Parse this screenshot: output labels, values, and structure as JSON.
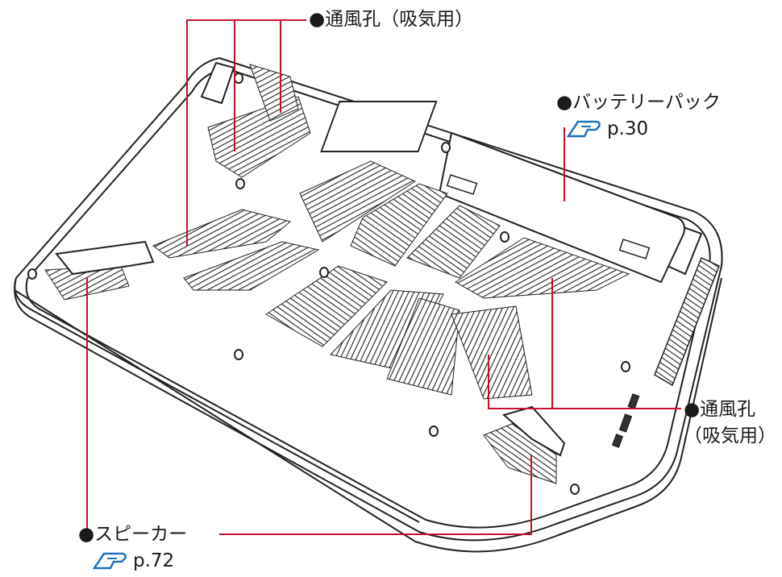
{
  "callouts": {
    "vent_top": "●通風孔（吸気用）",
    "battery": "●バッテリーパック",
    "battery_ref": "p.30",
    "vent_right_1": "●通風孔",
    "vent_right_2": "（吸気用）",
    "speaker": "●スピーカー",
    "speaker_ref": "p.72"
  },
  "colors": {
    "leader_line": "#c8102e",
    "outline": "#222222",
    "ref_icon": "#1e73be",
    "vent_fill": "#e6e6e6"
  },
  "icons": [
    "reference-hand-icon"
  ]
}
